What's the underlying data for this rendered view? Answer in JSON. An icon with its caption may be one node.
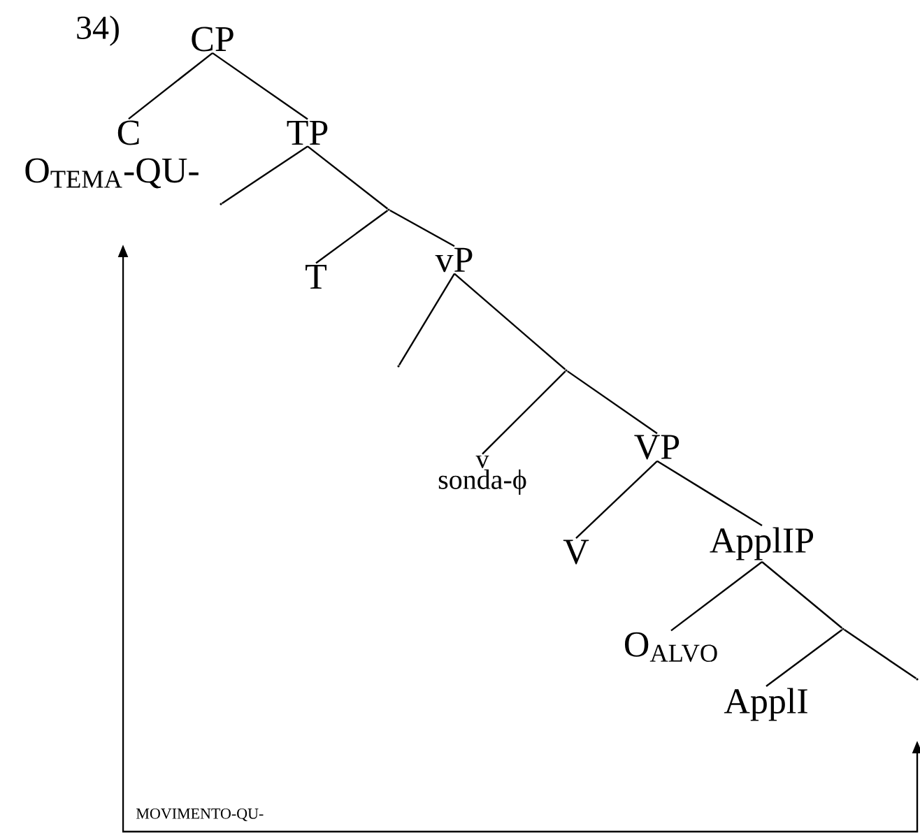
{
  "diagram": {
    "nodes": [
      {
        "text": [
          "CP"
        ]
      },
      {
        "text": [
          "C"
        ]
      },
      {
        "text": [
          "O$_{TEMA}$-QU-"
        ]
      },
      {
        "text": [
          "TP"
        ]
      },
      {
        "text": [],
        "shape": "point"
      },
      {
        "text": [],
        "shape": "point"
      },
      {
        "text": [
          "T"
        ]
      },
      {
        "text": [
          "vP"
        ]
      },
      {
        "text": [],
        "shape": "point"
      },
      {
        "text": [],
        "shape": "point"
      },
      {
        "text": [
          "v",
          "sonda-ϕ"
        ]
      },
      {
        "text": [
          "VP"
        ]
      },
      {
        "text": [
          "V"
        ]
      },
      {
        "text": [
          "ApplIP"
        ]
      },
      {
        "text": [
          "O$_{ALVO}$"
        ]
      },
      {
        "text": [],
        "shape": "point"
      },
      {
        "text": [
          "ApplI"
        ]
      },
      {
        "text": [],
        "shape": "point"
      }
    ],
    "edges": [
      {
        "from": 0,
        "to": 1,
        "arrow": "none"
      },
      {
        "from": 0,
        "to": 3,
        "arrow": "none"
      },
      {
        "from": 3,
        "to": 4,
        "arrow": "none"
      },
      {
        "from": 3,
        "to": 5,
        "arrow": "none"
      },
      {
        "from": 5,
        "to": 6,
        "arrow": "none"
      },
      {
        "from": 5,
        "to": 7,
        "arrow": "none"
      },
      {
        "from": 7,
        "to": 8,
        "arrow": "none"
      },
      {
        "from": 7,
        "to": 9,
        "arrow": "none"
      },
      {
        "from": 9,
        "to": 10,
        "arrow": "none"
      },
      {
        "from": 9,
        "to": 11,
        "arrow": "none"
      },
      {
        "from": 11,
        "to": 12,
        "arrow": "none"
      },
      {
        "from": 11,
        "to": 13,
        "arrow": "none"
      },
      {
        "from": 13,
        "to": 14,
        "arrow": "none"
      },
      {
        "from": 13,
        "to": 15,
        "arrow": "none"
      },
      {
        "from": 15,
        "to": 16,
        "arrow": "none"
      },
      {
        "from": 15,
        "to": 17,
        "arrow": "none"
      },
      {
        "from": 17,
        "to": 2,
        "arrow": "both",
        "label": "MOVIMENTO-QU-"
      }
    ],
    "labels": [
      "34)"
    ]
  }
}
